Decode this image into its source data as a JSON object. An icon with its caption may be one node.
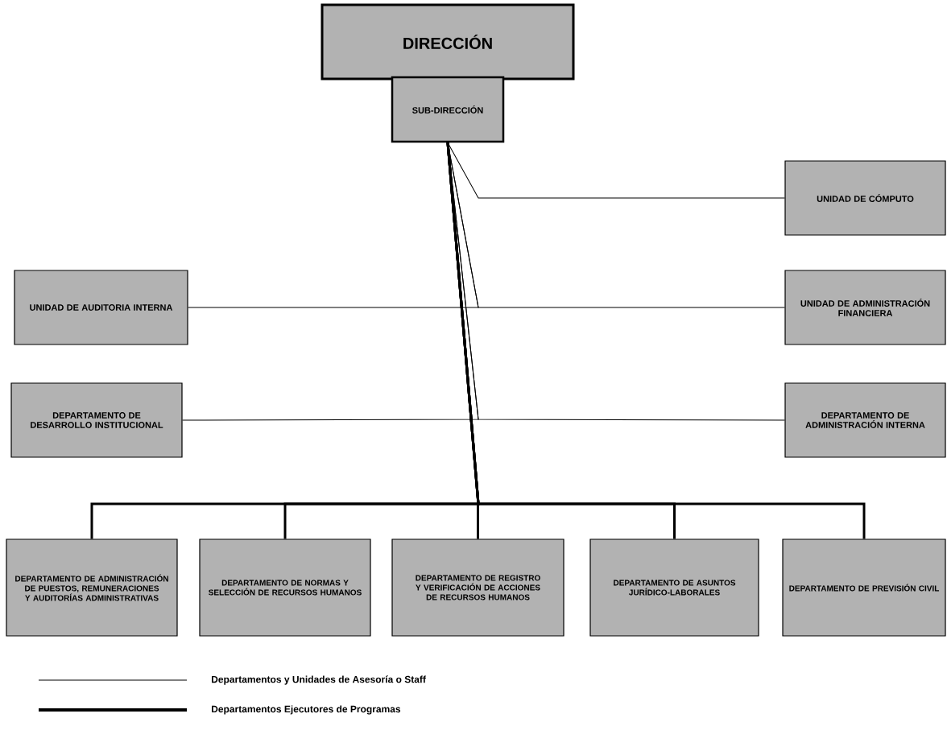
{
  "diagram": {
    "nodes": [
      {
        "text": [
          "DIRECCIÓN"
        ]
      },
      {
        "text": [
          "SUB-DIRECCIÓN"
        ]
      },
      {
        "text": [
          "UNIDAD DE CÓMPUTO"
        ]
      },
      {
        "text": [
          "UNIDAD DE AUDITORIA INTERNA"
        ]
      },
      {
        "text": [
          "UNIDAD DE ADMINISTRACIÓN FINANCIERA"
        ]
      },
      {
        "text": [
          "DEPARTAMENTO DE DESARROLLO INSTITUCIONAL"
        ]
      },
      {
        "text": [
          "DEPARTAMENTO DE ADMINISTRACIÓN INTERNA"
        ]
      },
      {
        "text": [
          "DEPARTAMENTO DE ADMINISTRACIÓN DE PUESTOS, REMUNERACIONES Y AUDITORÍAS ADMINISTRATIVAS"
        ]
      },
      {
        "text": [
          "DEPARTAMENTO DE NORMAS Y SELECCIÓN DE RECURSOS HUMANOS"
        ]
      },
      {
        "text": [
          "DEPARTAMENTO DE REGISTRO Y VERIFICACIÓN DE ACCIONES DE RECURSOS HUMANOS"
        ]
      },
      {
        "text": [
          "DEPARTAMENTO DE ASUNTOS JURÍDICO-LABORALES"
        ]
      },
      {
        "text": [
          "DEPARTAMENTO DE PREVISIÓN CIVIL"
        ]
      }
    ],
    "edges": [
      {
        "from": 1,
        "to": 2,
        "arrow": "none"
      },
      {
        "from": 1,
        "to": 3,
        "arrow": "none"
      },
      {
        "from": 1,
        "to": 4,
        "arrow": "none"
      },
      {
        "from": 1,
        "to": 5,
        "arrow": "none"
      },
      {
        "from": 1,
        "to": 6,
        "arrow": "none"
      },
      {
        "from": 1,
        "to": 7,
        "arrow": "none",
        "style": "thick"
      },
      {
        "from": 1,
        "to": 8,
        "arrow": "none",
        "style": "thick"
      },
      {
        "from": 1,
        "to": 9,
        "arrow": "none",
        "style": "thick"
      },
      {
        "from": 1,
        "to": 10,
        "arrow": "none",
        "style": "thick"
      },
      {
        "from": 1,
        "to": 11,
        "arrow": "none",
        "style": "thick"
      }
    ],
    "legend": [
      {
        "text": "Departamentos y Unidades de Asesoría o Staff"
      },
      {
        "text": "Departamentos Ejecutores de Programas"
      }
    ]
  }
}
